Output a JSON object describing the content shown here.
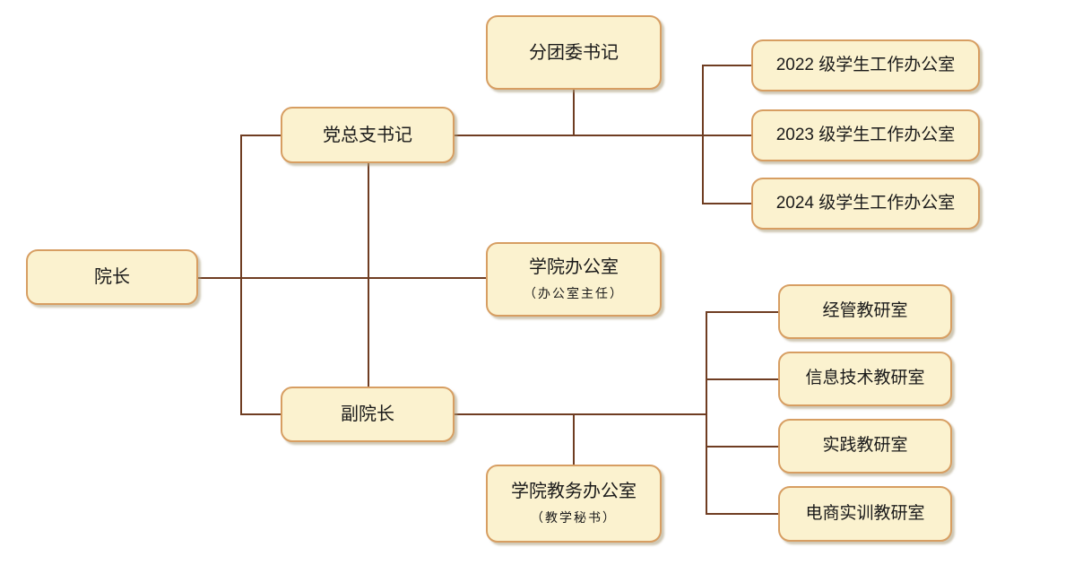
{
  "diagram": {
    "type": "org-chart",
    "colors": {
      "box_fill": "#FBF2CF",
      "box_border": "#D79E62",
      "connector": "#6F3D22",
      "text_color": "#1A1A1A",
      "background": "#FFFFFF"
    },
    "nodes": {
      "dean": {
        "label": "院长"
      },
      "party_secretary": {
        "label": "党总支书记"
      },
      "youth_league_secretary": {
        "label": "分团委书记"
      },
      "grade_2022_office": {
        "label": "2022 级学生工作办公室"
      },
      "grade_2023_office": {
        "label": "2023 级学生工作办公室"
      },
      "grade_2024_office": {
        "label": "2024 级学生工作办公室"
      },
      "college_office": {
        "label": "学院办公室",
        "sublabel": "（办公室主任）"
      },
      "vice_dean": {
        "label": "副院长"
      },
      "econ_mgmt_teaching_office": {
        "label": "经管教研室"
      },
      "it_teaching_office": {
        "label": "信息技术教研室"
      },
      "practice_teaching_office": {
        "label": "实践教研室"
      },
      "ecommerce_training_office": {
        "label": "电商实训教研室"
      },
      "academic_affairs_office": {
        "label": "学院教务办公室",
        "sublabel": "（教学秘书）"
      }
    }
  }
}
